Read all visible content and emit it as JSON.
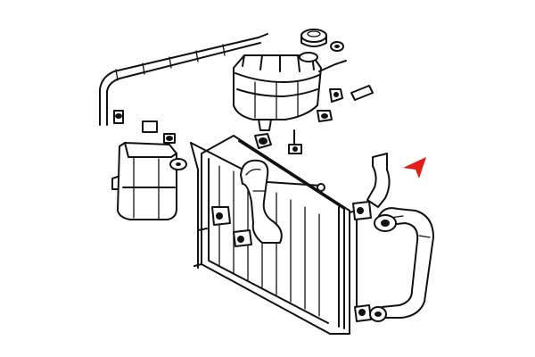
{
  "diagram": {
    "components": [
      "expansion-tank",
      "expansion-tank-cap",
      "washer-fluid-reservoir",
      "radiator",
      "upper-radiator-hose",
      "lower-radiator-hose",
      "coolant-overflow-line",
      "hose-clamps",
      "temperature-sensor"
    ],
    "pointer": {
      "color": "#e21b1b",
      "target": "upper-radiator-hose"
    },
    "line_color": "#111111",
    "background": "#ffffff"
  }
}
